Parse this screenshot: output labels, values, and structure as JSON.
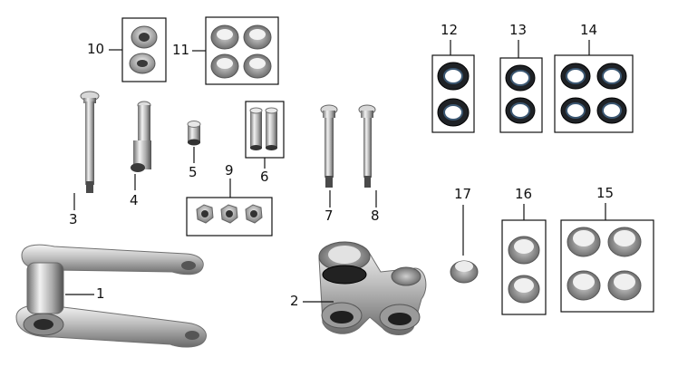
{
  "labels": {
    "p1": "1",
    "p2": "2",
    "p3": "3",
    "p4": "4",
    "p5": "5",
    "p6": "6",
    "p7": "7",
    "p8": "8",
    "p9": "9",
    "p10": "10",
    "p11": "11",
    "p12": "12",
    "p13": "13",
    "p14": "14",
    "p15": "15",
    "p16": "16",
    "p17": "17"
  },
  "colors": {
    "background": "#ffffff",
    "metal_light": "#e6e6e6",
    "metal_mid": "#a9a9a9",
    "metal_dark": "#5a5a5a",
    "seal_black": "#1f2226",
    "seal_blue": "#3b5772",
    "leader_line": "#111111"
  }
}
